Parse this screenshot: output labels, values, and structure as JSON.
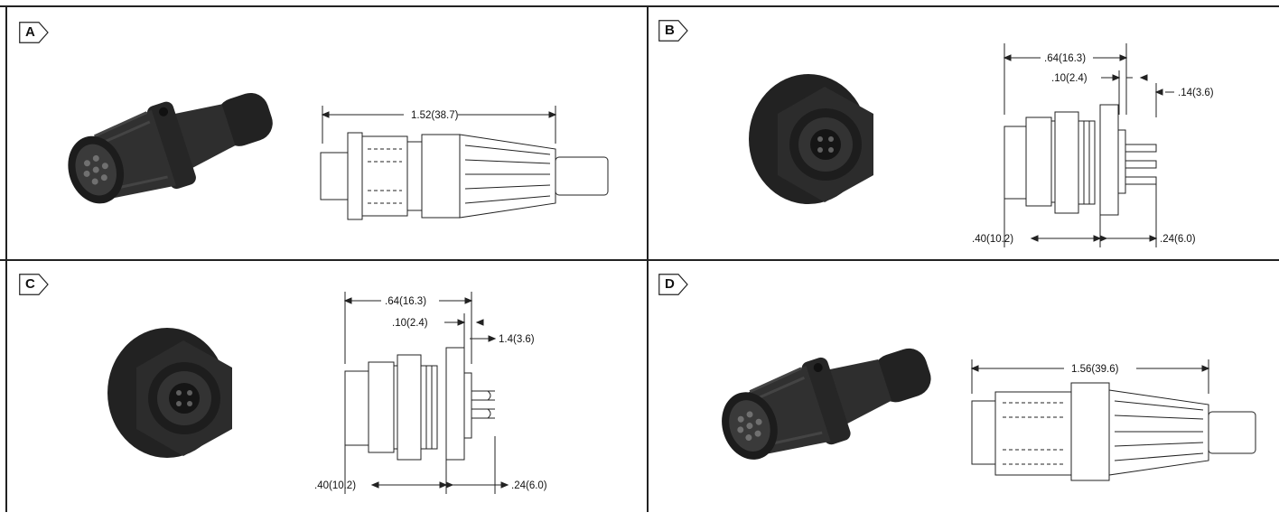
{
  "corner_mark": "",
  "panels": [
    {
      "label": "A",
      "dims": {
        "overall": "1.52(38.7)"
      }
    },
    {
      "label": "B",
      "dims": {
        "length": ".64(16.3)",
        "flange": ".10(2.4)",
        "pin": ".14(3.6)",
        "front": ".40(10.2)",
        "rear": ".24(6.0)"
      }
    },
    {
      "label": "C",
      "dims": {
        "length": ".64(16.3)",
        "flange": ".10(2.4)",
        "pin": "1.4(3.6)",
        "front": ".40(10.2)",
        "rear": ".24(6.0)"
      }
    },
    {
      "label": "D",
      "dims": {
        "overall": "1.56(39.6)"
      }
    }
  ],
  "colors": {
    "line": "#222222",
    "body": "#2b2b2b",
    "body_light": "#4a4a4a"
  }
}
